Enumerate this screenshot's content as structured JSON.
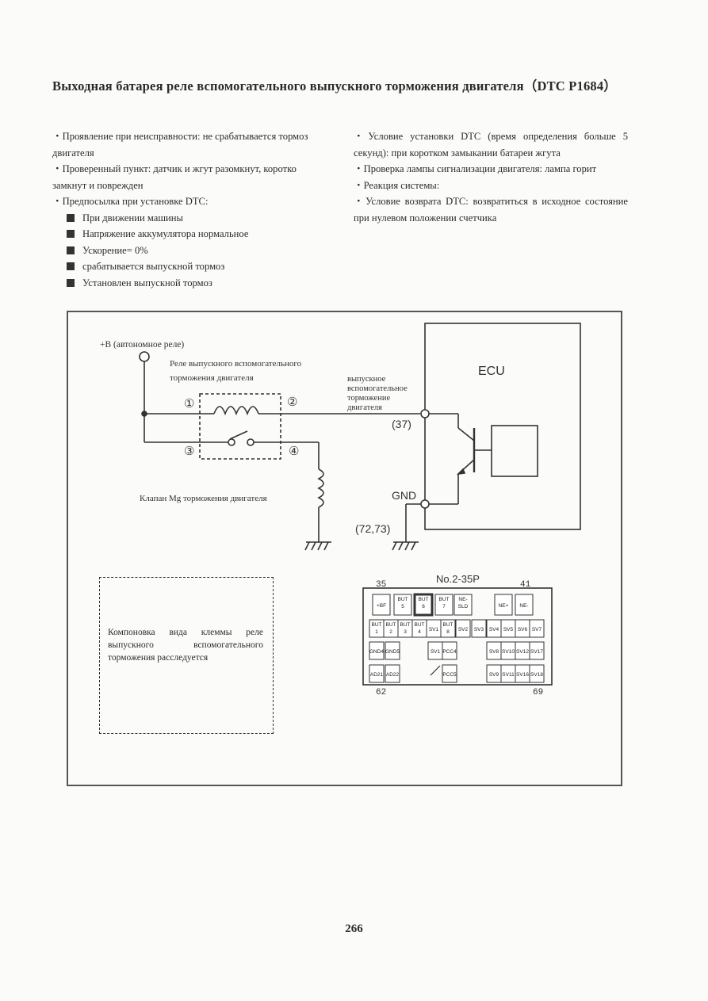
{
  "title": "Выходная батарея реле вспомогательного выпускного торможения двигателя（DTC P1684）",
  "left_column": [
    "・Проявление при неисправности: не срабатывается тормоз двигателя",
    "・Проверенный пункт: датчик и жгут разомкнут, коротко замкнут и поврежден",
    "・Предпосылка при установке DTC:"
  ],
  "conditions": [
    "При движении машины",
    "Напряжение аккумулятора нормальное",
    "Ускорение= 0%",
    "срабатывается выпускной тормоз",
    "Установлен выпускной тормоз"
  ],
  "right_column": [
    "・Условие установки DTC (время определения больше 5 секунд): при коротком замыкании батареи жгута",
    "・Проверка лампы сигнализации двигателя: лампа горит",
    "・Реакция системы:",
    "・Условие возврата DTC: возвратиться в исходное состояние при нулевом положении счетчика"
  ],
  "diagram": {
    "power_label": "+B (автономное реле)",
    "relay_label_1": "Реле выпускного вспомогательного",
    "relay_label_2": "торможения двигателя",
    "pin1": "①",
    "pin2": "②",
    "pin3": "③",
    "pin4": "④",
    "signal_label_1": "выпускное",
    "signal_label_2": "вспомогательное",
    "signal_label_3": "торможение",
    "signal_label_4": "двигателя",
    "ecu_label": "ECU",
    "pin37": "(37)",
    "gnd_label": "GND",
    "pin72": "(72,73)",
    "valve_label": "Клапан Mg торможения двигателя",
    "connector_title": "No.2-35P",
    "conn_pin_35": "35",
    "conn_pin_41": "41",
    "conn_pin_62": "62",
    "conn_pin_69": "69",
    "connector_row1": [
      "+BF",
      "BUT 5",
      "BUT 6",
      "BUT 7",
      "NE- SLD",
      "NE+",
      "NE-"
    ],
    "connector_row2": [
      "BUT 1",
      "BUT 2",
      "BUT 3",
      "BUT 4",
      "SV1",
      "BUT 8",
      "SV2",
      "SV3",
      "SV4",
      "SV5",
      "SV6",
      "SV7"
    ],
    "connector_row3": [
      "GND4",
      "GND5",
      "SV1",
      "PCC4",
      "SV8",
      "SV10",
      "SV12",
      "SV17"
    ],
    "connector_row4": [
      "AD21",
      "AD22",
      "PCC5",
      "SV9",
      "SV11",
      "SV16",
      "SV18"
    ]
  },
  "note": "Компоновка вида клеммы реле выпускного вспомогательного торможения расследуется",
  "page_number": "266"
}
